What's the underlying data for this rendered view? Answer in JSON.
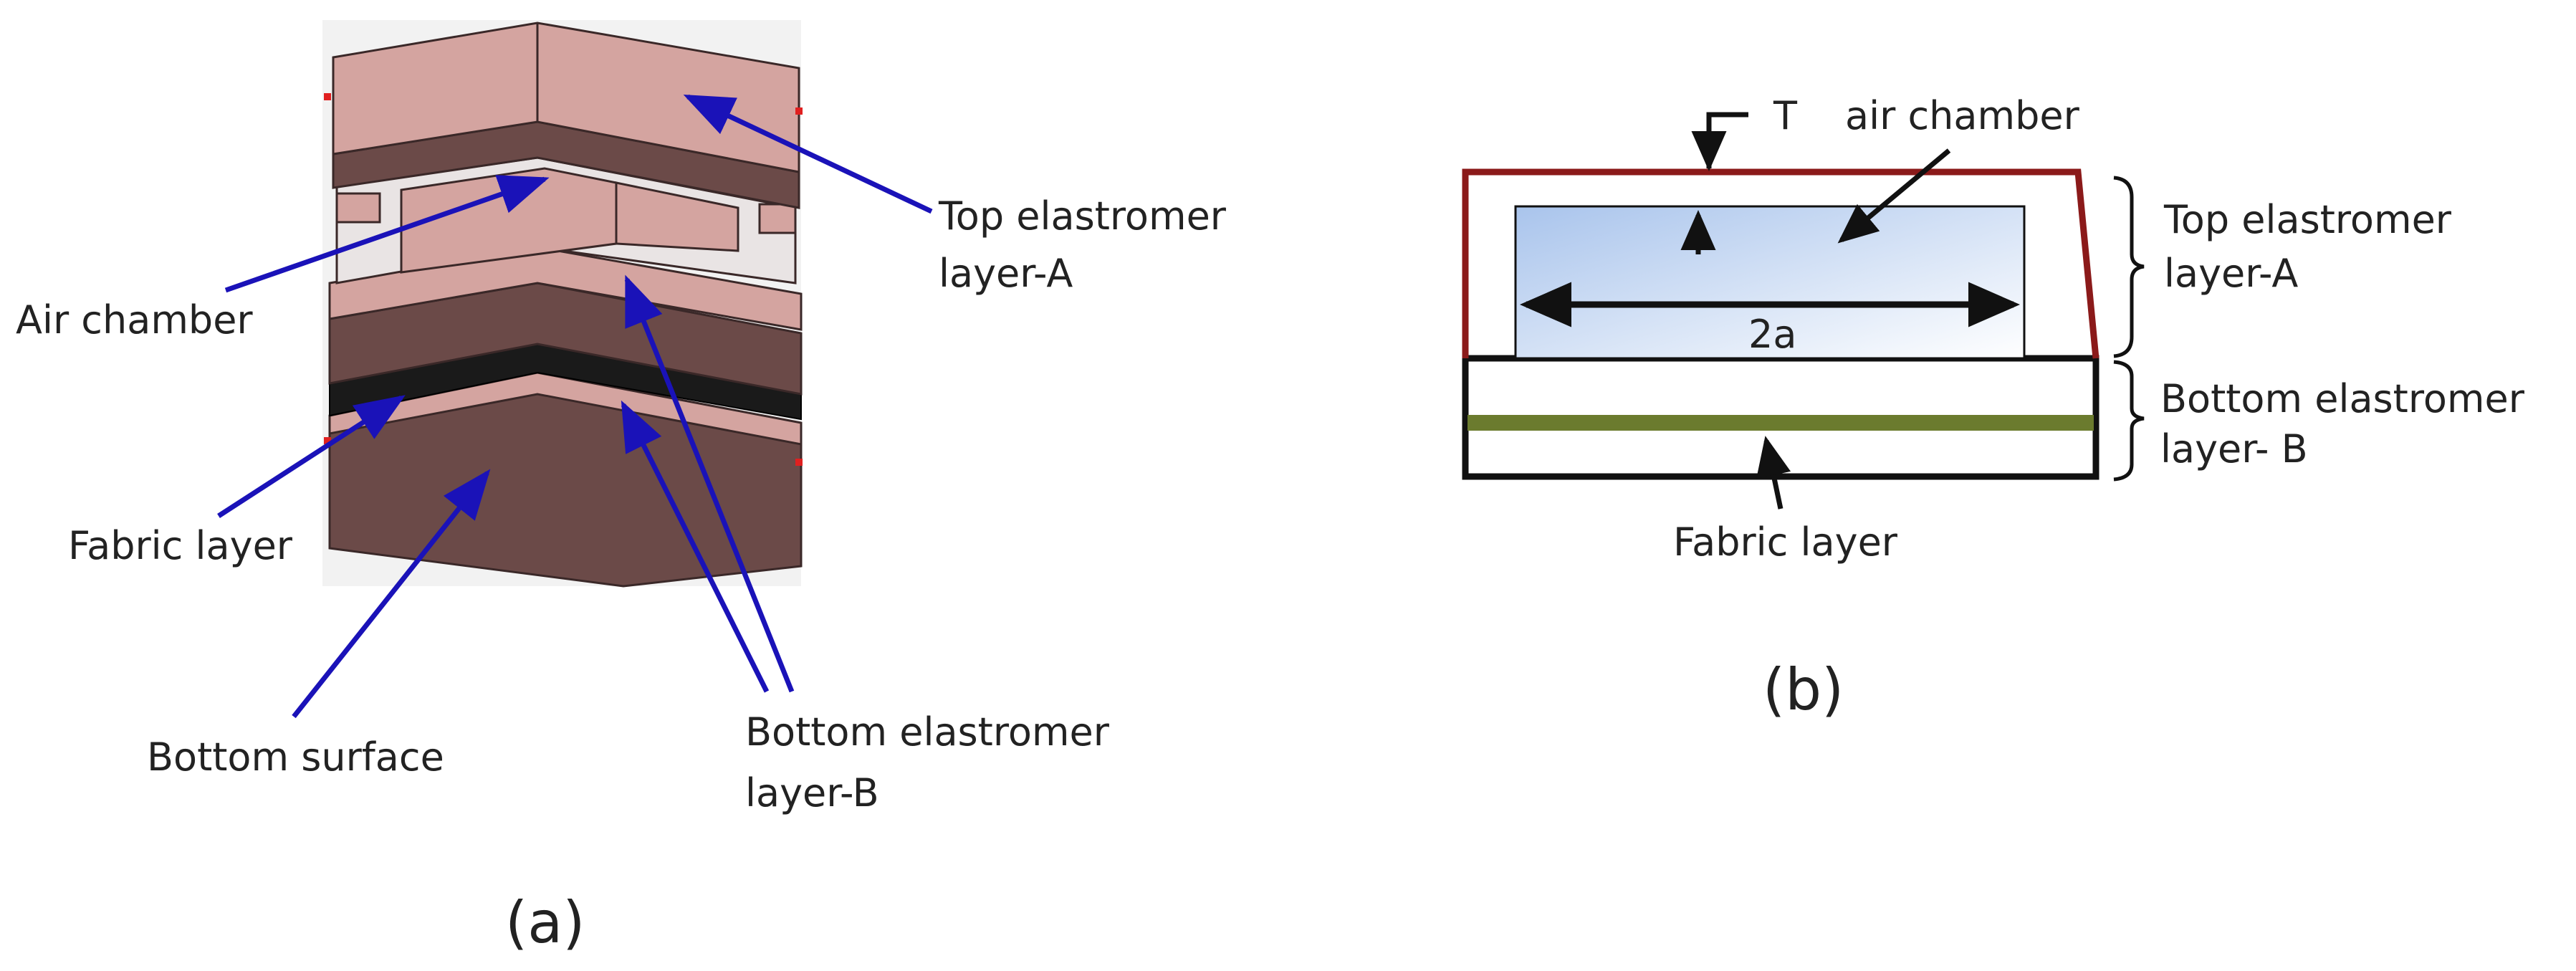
{
  "colors": {
    "background": "#ffffff",
    "pointer_blue": "#1a12b8",
    "elastomer_top_face": "#d4a4a0",
    "elastomer_side": "#6b4a48",
    "fabric_black": "#1a1a1a",
    "frame_red": "#8b1a1a",
    "fabric_green": "#6b7b2e",
    "chamber_blue": "#a9c4ec",
    "outline_black": "#111111"
  },
  "panel_a": {
    "caption": "(a)",
    "labels": {
      "top_elastomer_line1": "Top elastromer",
      "top_elastomer_line2": "layer-A",
      "air_chamber": "Air chamber",
      "fabric_layer": "Fabric layer",
      "bottom_surface": "Bottom surface",
      "bottom_elastomer_line1": "Bottom elastromer",
      "bottom_elastomer_line2": "layer-B"
    }
  },
  "panel_b": {
    "caption": "(b)",
    "labels": {
      "thickness": "T",
      "air_chamber": "air chamber",
      "width": "2a",
      "top_elastomer_line1": "Top elastromer",
      "top_elastomer_line2": "layer-A",
      "bottom_elastomer_line1": "Bottom elastromer",
      "bottom_elastomer_line2": "layer- B",
      "fabric_layer": "Fabric layer"
    }
  }
}
